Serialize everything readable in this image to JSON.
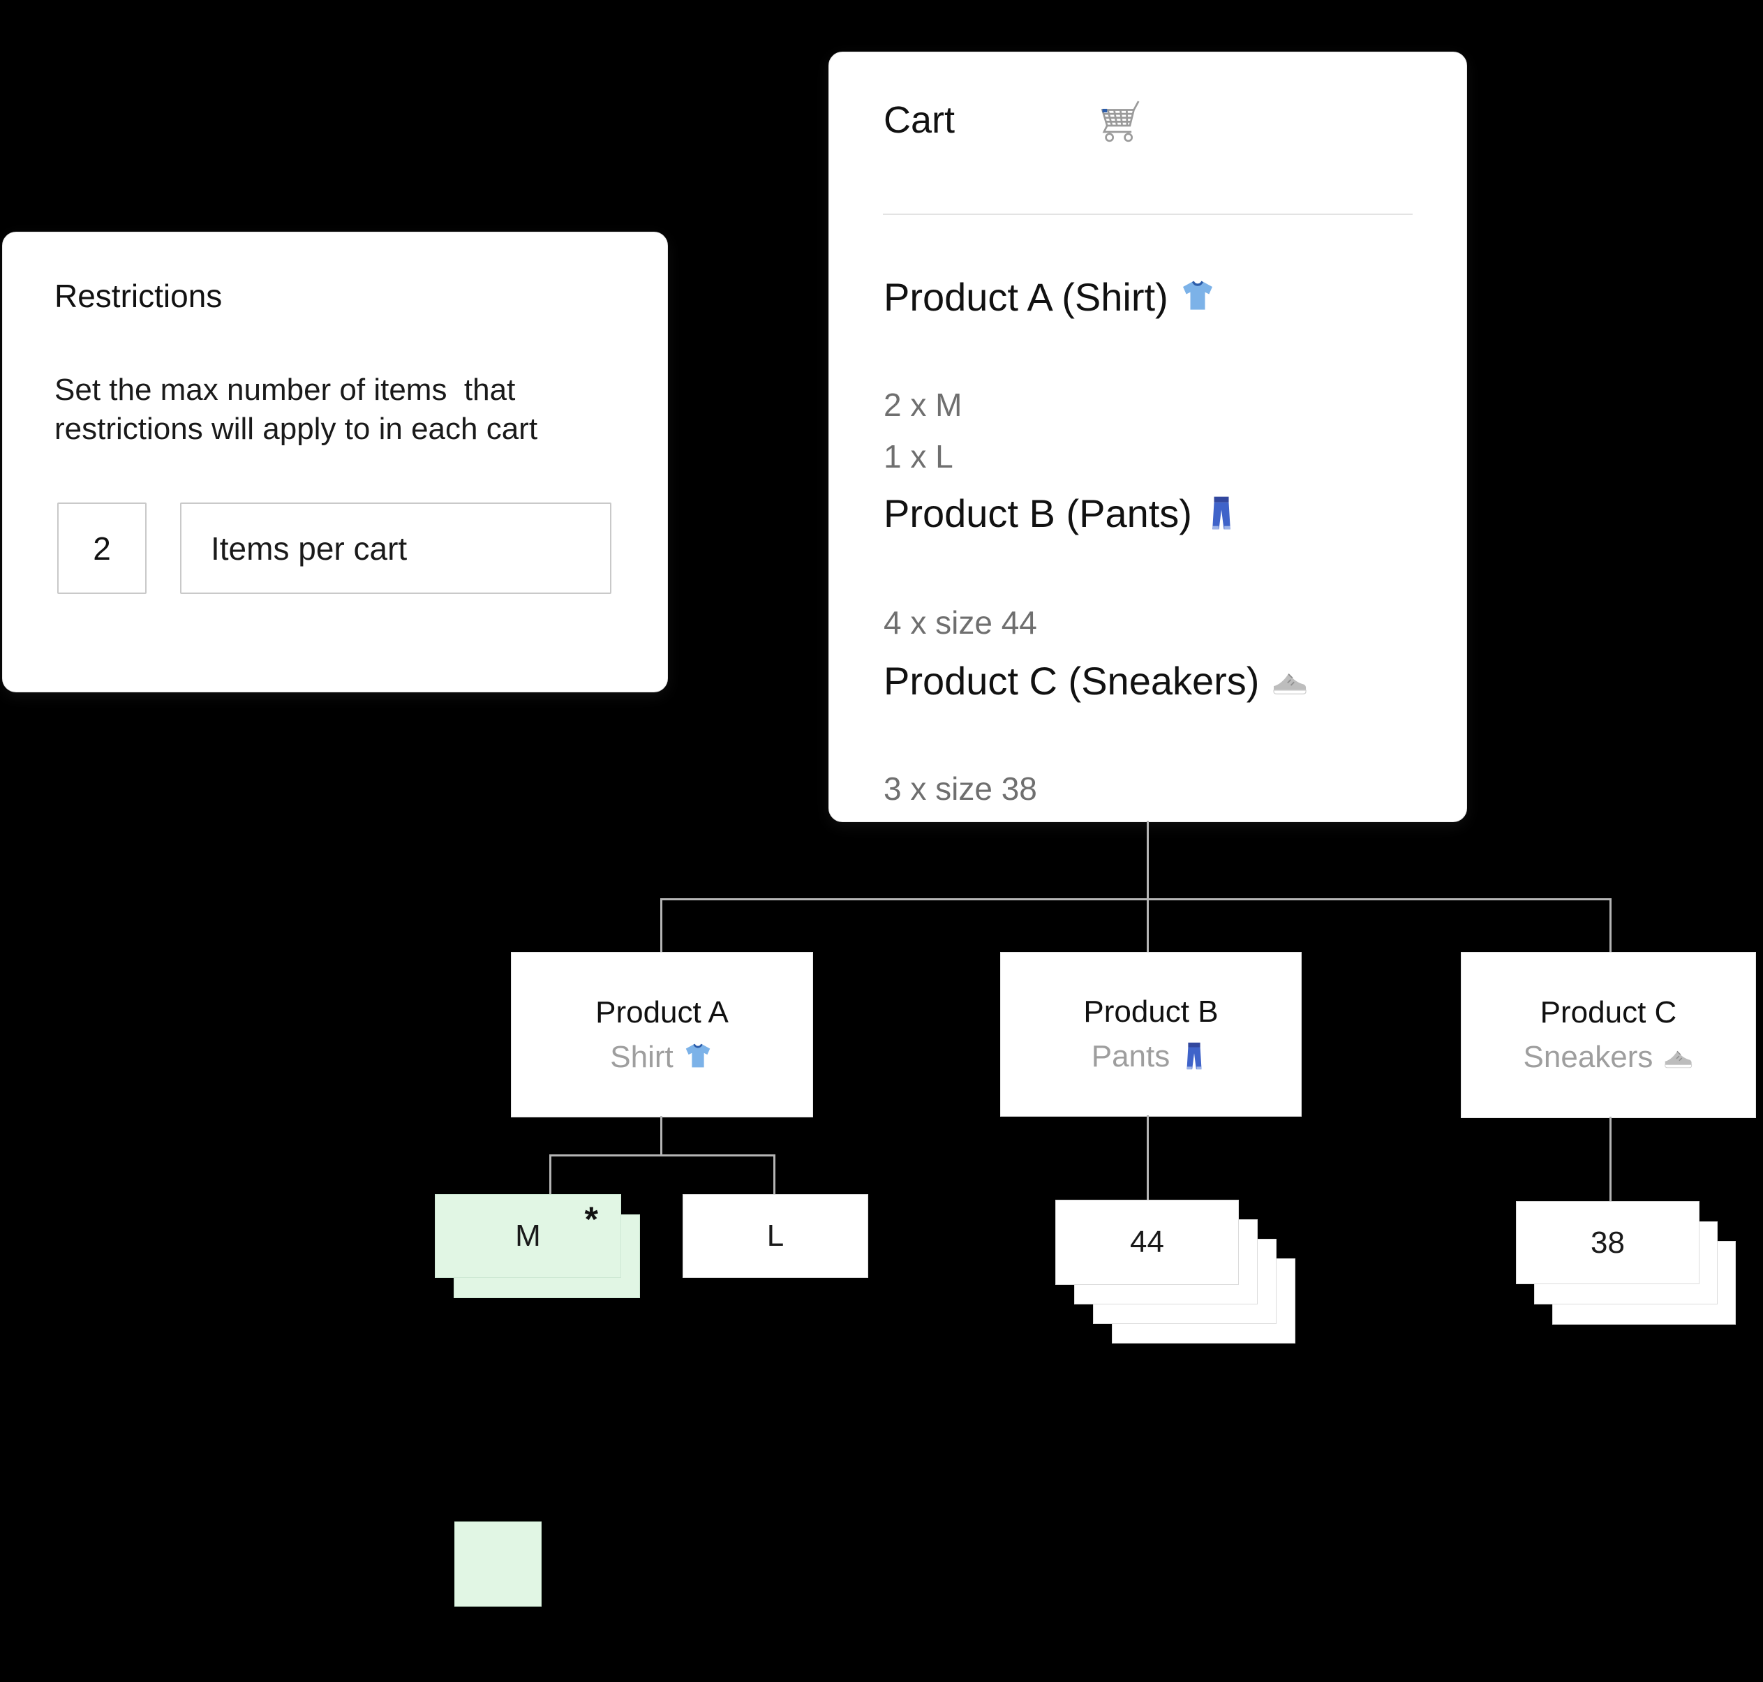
{
  "colors": {
    "background": "#000000",
    "card": "#ffffff",
    "highlight_green": "#e1f6e4",
    "connector_gray": "#b5b5b5",
    "cart_variant_text": "#6f6f6f",
    "box_subtitle_text": "#9e9e9e"
  },
  "restrictions_card": {
    "title": "Restrictions",
    "description": "Set the max number of items  that\nrestrictions will apply to in each cart",
    "items_per_cart_value": "2",
    "items_per_cart_label": "Items per cart"
  },
  "cart_card": {
    "title": "Cart",
    "cart_icon": "cart-icon",
    "items": [
      {
        "name": "Product A (Shirt)",
        "icon": "shirt-icon",
        "variants": [
          "2 x M",
          "1 x L"
        ]
      },
      {
        "name": "Product B (Pants)",
        "icon": "pants-icon",
        "variants": [
          "4 x size 44"
        ]
      },
      {
        "name": "Product C (Sneakers)",
        "icon": "sneakers-icon",
        "variants": [
          "3 x size 38"
        ]
      }
    ]
  },
  "tree": {
    "highlight_marker": "*",
    "products": [
      {
        "name": "Product A",
        "subtitle": "Shirt",
        "icon": "shirt-icon",
        "variants": [
          {
            "label": "M",
            "highlighted": true,
            "stack_count": 2
          },
          {
            "label": "L",
            "highlighted": false,
            "stack_count": 1
          }
        ]
      },
      {
        "name": "Product B",
        "subtitle": "Pants",
        "icon": "pants-icon",
        "variants": [
          {
            "label": "44",
            "highlighted": false,
            "stack_count": 4
          }
        ]
      },
      {
        "name": "Product C",
        "subtitle": "Sneakers",
        "icon": "sneakers-icon",
        "variants": [
          {
            "label": "38",
            "highlighted": false,
            "stack_count": 3
          }
        ]
      }
    ]
  },
  "legend": {
    "highlight_swatch_color": "#e1f6e4"
  }
}
